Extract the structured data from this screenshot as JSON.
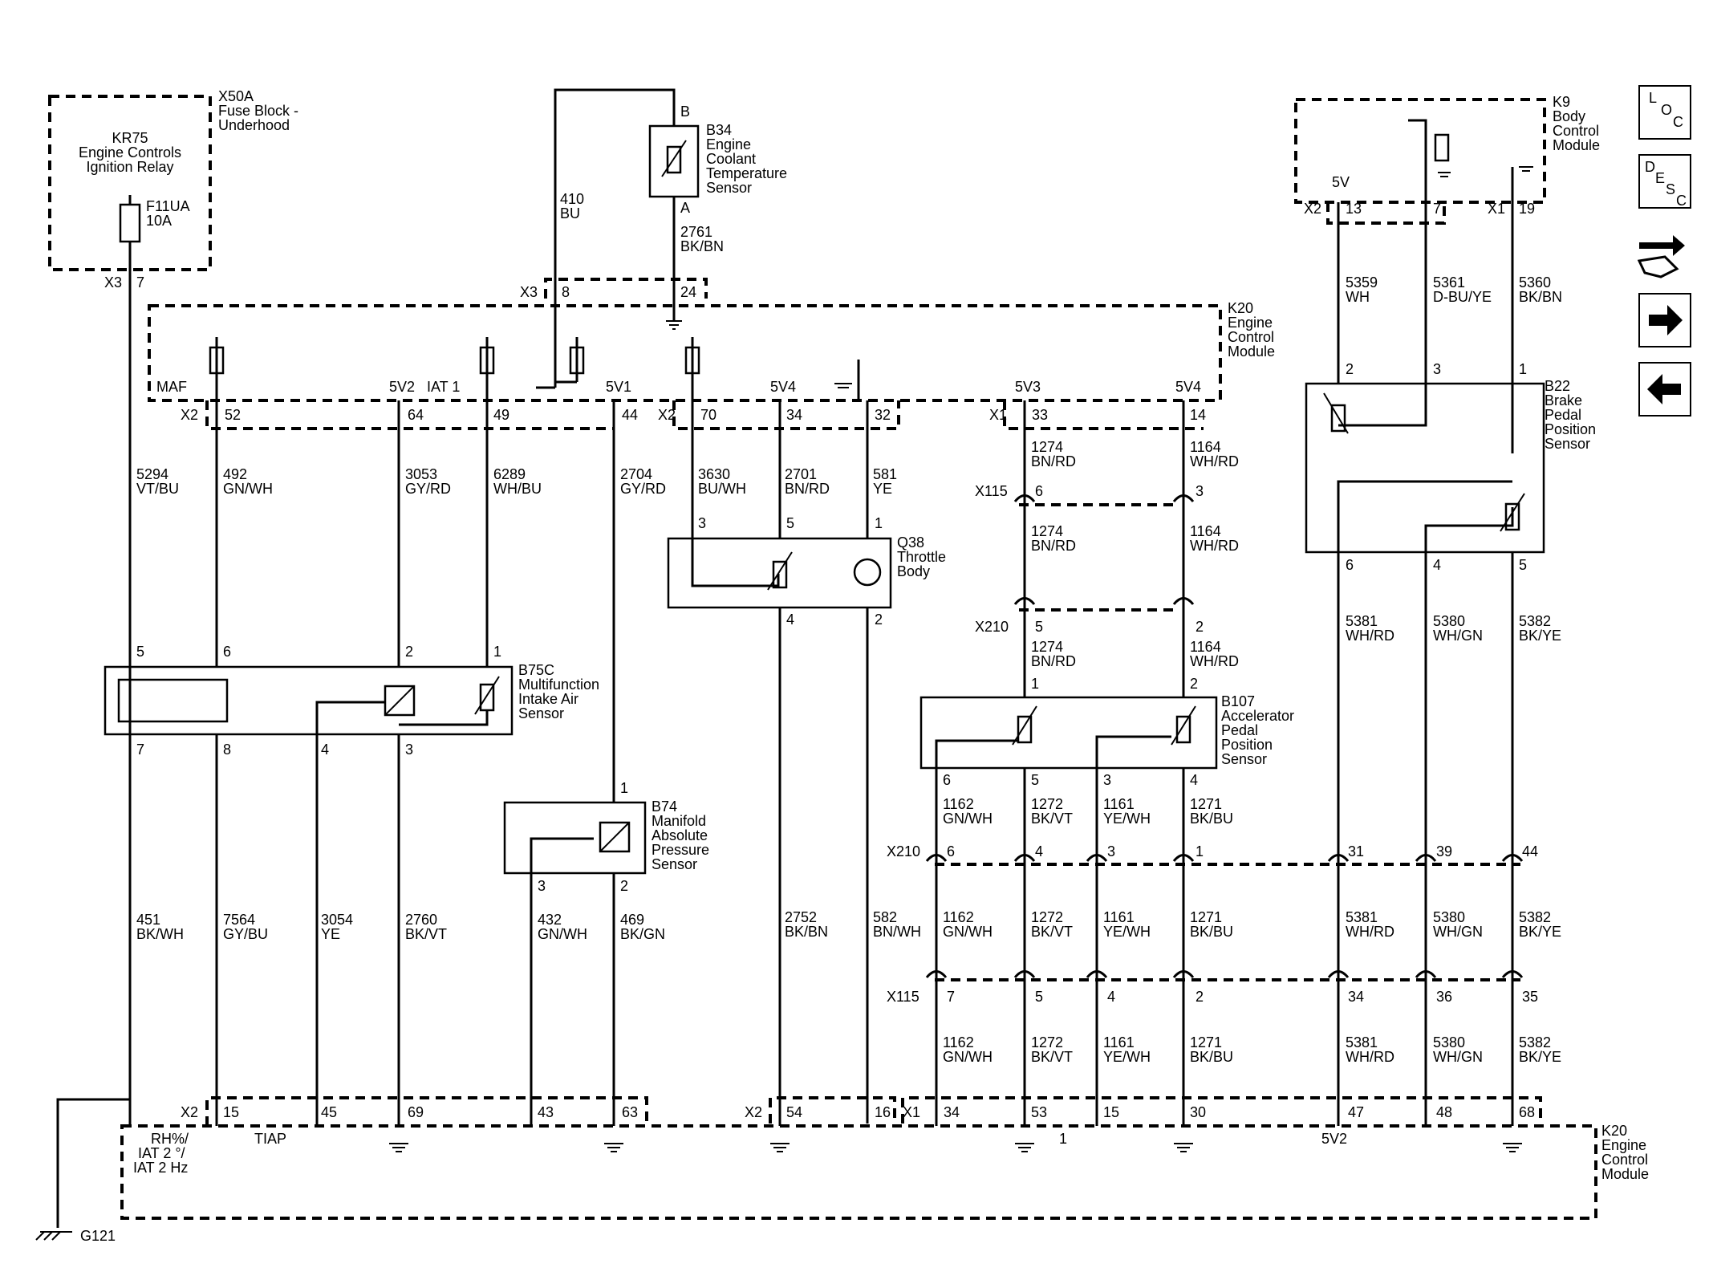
{
  "components": {
    "x50a": [
      "X50A",
      "Fuse Block -",
      "Underhood"
    ],
    "kr75": [
      "KR75",
      "Engine Controls",
      "Ignition Relay"
    ],
    "f11ua": [
      "F11UA",
      "10A"
    ],
    "b34": [
      "B34",
      "Engine",
      "Coolant",
      "Temperature",
      "Sensor"
    ],
    "k20_top": [
      "K20",
      "Engine",
      "Control",
      "Module"
    ],
    "k9": [
      "K9",
      "Body",
      "Control",
      "Module"
    ],
    "b22": [
      "B22",
      "Brake",
      "Pedal",
      "Position",
      "Sensor"
    ],
    "q38": [
      "Q38",
      "Throttle",
      "Body"
    ],
    "b75c": [
      "B75C",
      "Multifunction",
      "Intake Air",
      "Sensor"
    ],
    "b107": [
      "B107",
      "Accelerator",
      "Pedal",
      "Position",
      "Sensor"
    ],
    "b74": [
      "B74",
      "Manifold",
      "Absolute",
      "Pressure",
      "Sensor"
    ],
    "k20_bottom": [
      "K20",
      "Engine",
      "Control",
      "Module"
    ],
    "g121": "G121"
  },
  "connectors": {
    "x3_fuse": "X3",
    "x3_k20": "X3",
    "x2_k20_a": "X2",
    "x2_k20_b": "X2",
    "x1_k20_top": "X1",
    "x2_k9": "X2",
    "x1_k9": "X1",
    "x115_top": "X115",
    "x210_top": "X210",
    "x210_mid": "X210",
    "x115_mid": "X115",
    "x2_bot_a": "X2",
    "x2_bot_b": "X2",
    "x1_bot": "X1"
  },
  "pins": {
    "fuse_out": "7",
    "b34_b": "B",
    "b34_a": "A",
    "k20_x3_8": "8",
    "k20_x3_24": "24",
    "k20_52": "52",
    "k20_64": "64",
    "k20_49": "49",
    "k20_44": "44",
    "k20_70": "70",
    "k20_34": "34",
    "k20_32": "32",
    "k20_33": "33",
    "k20_14": "14",
    "k9_13": "13",
    "k9_7": "7",
    "k9_19": "19",
    "b22_2": "2",
    "b22_3": "3",
    "b22_1": "1",
    "b22_6": "6",
    "b22_4": "4",
    "b22_5": "5",
    "x115_6": "6",
    "x115_3": "3",
    "x210_5": "5",
    "x210_2": "2",
    "q38_3": "3",
    "q38_5": "5",
    "q38_1": "1",
    "q38_4": "4",
    "q38_2": "2",
    "b75c_5": "5",
    "b75c_6": "6",
    "b75c_2": "2",
    "b75c_1": "1",
    "b75c_7": "7",
    "b75c_8": "8",
    "b75c_4": "4",
    "b75c_3": "3",
    "b107_1": "1",
    "b107_2": "2",
    "b107_6": "6",
    "b107_5": "5",
    "b107_3": "3",
    "b107_4": "4",
    "b74_1": "1",
    "b74_3": "3",
    "b74_2": "2",
    "x210b_6": "6",
    "x210b_4": "4",
    "x210b_3": "3",
    "x210b_1": "1",
    "x210b_31": "31",
    "x210b_39": "39",
    "x210b_44": "44",
    "x115b_7": "7",
    "x115b_5": "5",
    "x115b_4": "4",
    "x115b_2": "2",
    "x115b_34": "34",
    "x115b_36": "36",
    "x115b_35": "35",
    "k20b_15": "15",
    "k20b_45": "45",
    "k20b_69": "69",
    "k20b_43": "43",
    "k20b_63": "63",
    "k20b_54": "54",
    "k20b_16": "16",
    "k20b_34": "34",
    "k20b_53": "53",
    "k20b_15b": "15",
    "k20b_30": "30",
    "k20b_47": "47",
    "k20b_48": "48",
    "k20b_68": "68"
  },
  "signals": {
    "maf": "MAF",
    "v5v2": "5V2",
    "iat1": "IAT 1",
    "v5v1": "5V1",
    "v5v4a": "5V4",
    "v5v3": "5V3",
    "v5v4b": "5V4",
    "k9_5v": "5V",
    "rh": "RH%/",
    "iat2": "IAT 2 °/",
    "iat2hz": "IAT 2 Hz",
    "tiap": "TIAP",
    "one": "1",
    "bot_5v2": "5V2"
  },
  "wires": {
    "w410": [
      "410",
      "BU"
    ],
    "w2761": [
      "2761",
      "BK/BN"
    ],
    "w5359": [
      "5359",
      "WH"
    ],
    "w5361": [
      "5361",
      "D-BU/YE"
    ],
    "w5360": [
      "5360",
      "BK/BN"
    ],
    "w5294": [
      "5294",
      "VT/BU"
    ],
    "w492": [
      "492",
      "GN/WH"
    ],
    "w3053": [
      "3053",
      "GY/RD"
    ],
    "w6289": [
      "6289",
      "WH/BU"
    ],
    "w2704": [
      "2704",
      "GY/RD"
    ],
    "w3630": [
      "3630",
      "BU/WH"
    ],
    "w2701": [
      "2701",
      "BN/RD"
    ],
    "w581": [
      "581",
      "YE"
    ],
    "w1274a": [
      "1274",
      "BN/RD"
    ],
    "w1164a": [
      "1164",
      "WH/RD"
    ],
    "w1274b": [
      "1274",
      "BN/RD"
    ],
    "w1164b": [
      "1164",
      "WH/RD"
    ],
    "w1274c": [
      "1274",
      "BN/RD"
    ],
    "w1164c": [
      "1164",
      "WH/RD"
    ],
    "w5381a": [
      "5381",
      "WH/RD"
    ],
    "w5380a": [
      "5380",
      "WH/GN"
    ],
    "w5382a": [
      "5382",
      "BK/YE"
    ],
    "w1162a": [
      "1162",
      "GN/WH"
    ],
    "w1272a": [
      "1272",
      "BK/VT"
    ],
    "w1161a": [
      "1161",
      "YE/WH"
    ],
    "w1271a": [
      "1271",
      "BK/BU"
    ],
    "w451": [
      "451",
      "BK/WH"
    ],
    "w7564": [
      "7564",
      "GY/BU"
    ],
    "w3054": [
      "3054",
      "YE"
    ],
    "w2760": [
      "2760",
      "BK/VT"
    ],
    "w432": [
      "432",
      "GN/WH"
    ],
    "w469": [
      "469",
      "BK/GN"
    ],
    "w2752": [
      "2752",
      "BK/BN"
    ],
    "w582": [
      "582",
      "BN/WH"
    ],
    "w1162b": [
      "1162",
      "GN/WH"
    ],
    "w1272b": [
      "1272",
      "BK/VT"
    ],
    "w1161b": [
      "1161",
      "YE/WH"
    ],
    "w1271b": [
      "1271",
      "BK/BU"
    ],
    "w5381b": [
      "5381",
      "WH/RD"
    ],
    "w5380b": [
      "5380",
      "WH/GN"
    ],
    "w5382b": [
      "5382",
      "BK/YE"
    ],
    "w1162c": [
      "1162",
      "GN/WH"
    ],
    "w1272c": [
      "1272",
      "BK/VT"
    ],
    "w1161c": [
      "1161",
      "YE/WH"
    ],
    "w1271c": [
      "1271",
      "BK/BU"
    ],
    "w5381c": [
      "5381",
      "WH/RD"
    ],
    "w5380c": [
      "5380",
      "WH/GN"
    ],
    "w5382c": [
      "5382",
      "BK/YE"
    ]
  },
  "nav": {
    "loc": [
      "L",
      "O",
      "C"
    ],
    "desc": [
      "D",
      "E",
      "S",
      "C"
    ],
    "icons": [
      "connector-swap-icon",
      "arrow-right-icon",
      "arrow-left-icon"
    ]
  }
}
